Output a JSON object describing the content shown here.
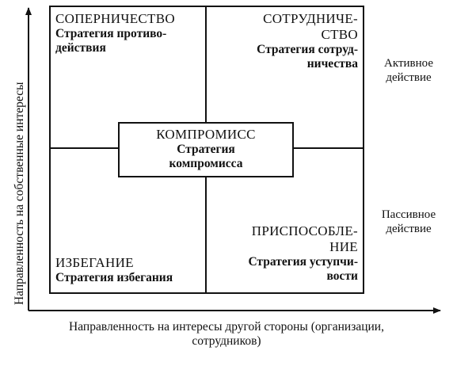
{
  "quadrants": {
    "rivalry": {
      "name": "СОПЕРНИЧЕСТВО",
      "strategy_line1": "Стратегия противо-",
      "strategy_line2": "действия"
    },
    "cooperation": {
      "name_line1": "СОТРУДНИЧЕ-",
      "name_line2": "СТВО",
      "strategy_line1": "Стратегия сотруд-",
      "strategy_line2": "ничества"
    },
    "avoidance": {
      "name": "ИЗБЕГАНИЕ",
      "strategy": "Стратегия избегания"
    },
    "accommodation": {
      "name_line1": "ПРИСПОСОБЛЕ-",
      "name_line2": "НИЕ",
      "strategy_line1": "Стратегия уступчи-",
      "strategy_line2": "вости"
    }
  },
  "compromise": {
    "name": "КОМПРОМИСС",
    "strategy_line1": "Стратегия",
    "strategy_line2": "компромисса"
  },
  "side_labels": {
    "active_line1": "Активное",
    "active_line2": "действие",
    "passive_line1": "Пассивное",
    "passive_line2": "действие"
  },
  "axes": {
    "y_label": "Направленность на собственные интересы",
    "x_label_line1": "Направленность на интересы другой стороны (организации,",
    "x_label_line2": "сотрудников)"
  },
  "colors": {
    "ink": "#111111",
    "background": "#ffffff"
  }
}
